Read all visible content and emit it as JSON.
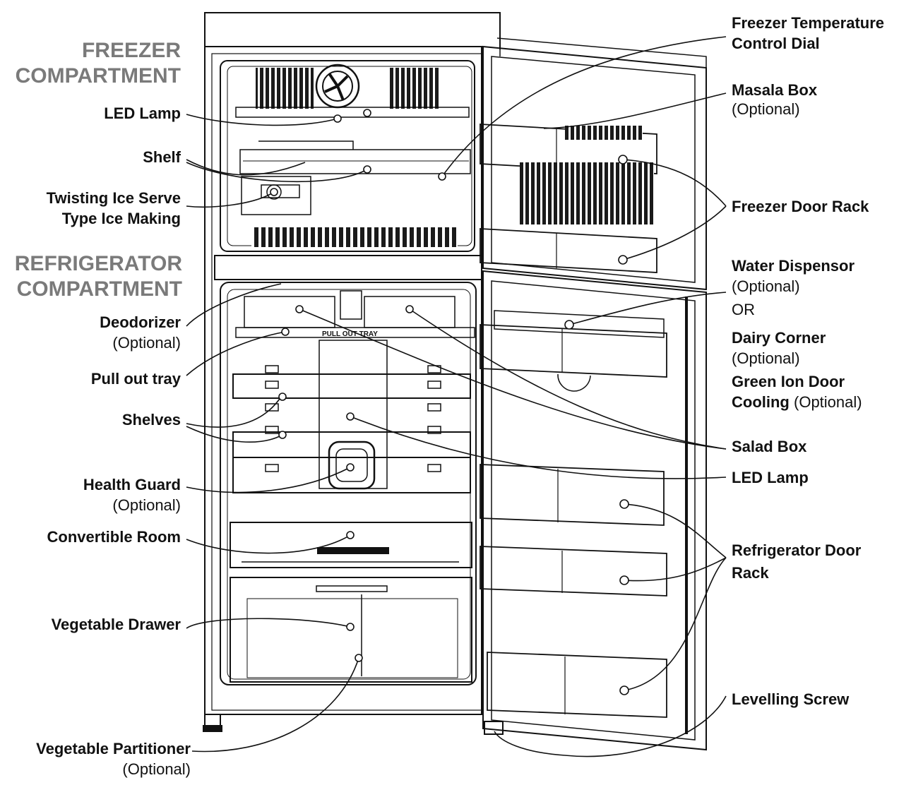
{
  "headings": {
    "freezer": [
      "FREEZER",
      "COMPARTMENT"
    ],
    "refrigerator": [
      "REFRIGERATOR",
      "COMPARTMENT"
    ]
  },
  "left_labels": {
    "led_lamp": "LED Lamp",
    "shelf": "Shelf",
    "ice_making": [
      "Twisting Ice Serve",
      "Type Ice Making"
    ],
    "deodorizer": "Deodorizer",
    "pull_out_tray": "Pull out tray",
    "shelves": "Shelves",
    "health_guard": "Health Guard",
    "convertible_room": "Convertible Room",
    "vegetable_drawer": "Vegetable Drawer",
    "vegetable_partitioner": "Vegetable Partitioner"
  },
  "right_labels": {
    "freezer_temp_dial": [
      "Freezer Temperature",
      "Control Dial"
    ],
    "masala_box": "Masala Box",
    "freezer_door_rack": "Freezer Door Rack",
    "water_dispensor": "Water Dispensor",
    "or_text": "OR",
    "dairy_corner": "Dairy Corner",
    "green_ion": [
      "Green Ion Door",
      "Cooling"
    ],
    "salad_box": "Salad Box",
    "led_lamp": "LED Lamp",
    "refrigerator_door_rack": [
      "Refrigerator Door",
      "Rack"
    ],
    "levelling_screw": "Levelling Screw"
  },
  "tray_text": "PULL OUT TRAY",
  "optional_text": "(Optional)",
  "colors": {
    "line": "#111111",
    "heading": "#7a7a7a",
    "background": "#ffffff"
  }
}
